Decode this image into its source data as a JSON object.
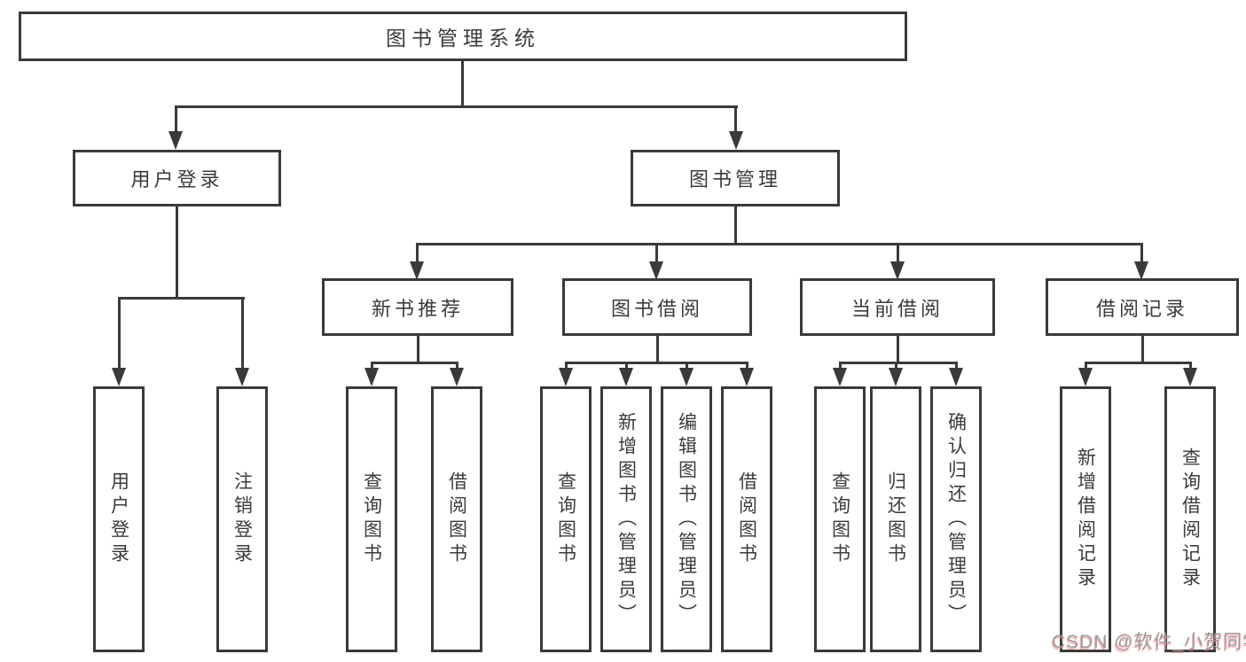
{
  "diagram": {
    "root_label": "图书管理系统",
    "branches": [
      {
        "label": "用户登录",
        "children": [
          "用户登录",
          "注销登录"
        ]
      },
      {
        "label": "图书管理",
        "sections": [
          {
            "label": "新书推荐",
            "children": [
              "查询图书",
              "借阅图书"
            ]
          },
          {
            "label": "图书借阅",
            "children": [
              "查询图书",
              "新增图书（管理员）",
              "编辑图书（管理员）",
              "借阅图书"
            ]
          },
          {
            "label": "当前借阅",
            "children": [
              "查询图书",
              "归还图书",
              "确认归还（管理员）"
            ]
          },
          {
            "label": "借阅记录",
            "children": [
              "新增借阅记录",
              "查询借阅记录"
            ]
          }
        ]
      }
    ]
  },
  "watermark": {
    "text": "CSDN @软件_小贺同学"
  },
  "colors": {
    "line": "#3a3a3a",
    "text": "#3b3b3b",
    "background": "#ffffff",
    "watermark": "#9b9b9b"
  }
}
